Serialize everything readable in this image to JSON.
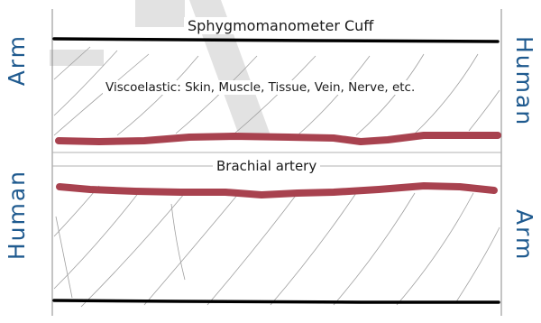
{
  "labels": {
    "cuff": "Sphygmomanometer Cuff",
    "tissue": "Viscoelastic: Skin, Muscle, Tissue, Vein, Nerve, etc.",
    "artery": "Brachial artery"
  },
  "side_text": {
    "left_upper": "Arm",
    "left_lower": "Human",
    "right_upper": "Human",
    "right_lower": "Arm"
  },
  "colors": {
    "boundary": "#000000",
    "artery_wall": "#a8424f",
    "side_text": "#1f5a8f",
    "hatching": "#9a9a9a",
    "watermark": "#d8d8d8"
  }
}
